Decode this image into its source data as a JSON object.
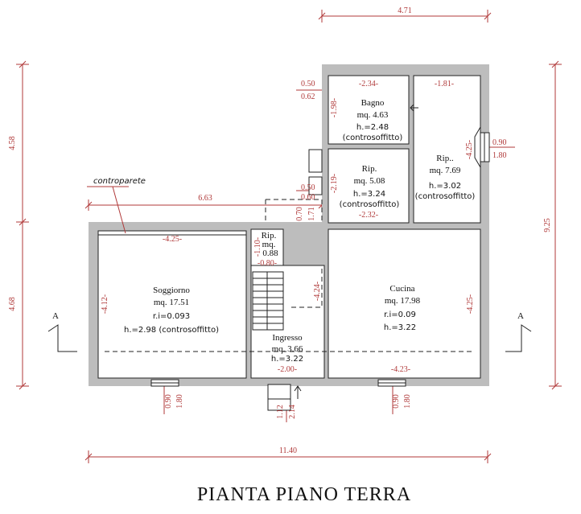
{
  "title": "PIANTA PIANO TERRA",
  "dimensions": {
    "top_width": "4.71",
    "bottom_width": "11.40",
    "left_upper": "4.58",
    "left_lower": "4.68",
    "right_total": "9.25",
    "wing_width": "6.63",
    "opening_0_50_a": "0.50",
    "opening_0_62": "0.62",
    "opening_0_50_b": "0.50",
    "opening_0_60": "0.60",
    "opening_0_70": "0.70",
    "opening_1_71": "1.71",
    "window_right_090": "0.90",
    "window_right_180": "1.80",
    "window_bl_090": "0.90",
    "window_bl_180": "1.80",
    "window_br_090": "0.90",
    "window_br_180": "1.80",
    "entry_112": "1.12",
    "entry_214": "2.14"
  },
  "inner_dims": {
    "bagno_w": "-2.34-",
    "rip_top_w": "-1.81-",
    "bagno_h": "-1.98-",
    "rip_mid_h": "-2.19-",
    "rip_mid_w": "-2.32-",
    "rip_big_h": "-4.25-",
    "soggiorno_w": "-4.25-",
    "soggiorno_h": "-4.12-",
    "rip_small_h": "-1.10-",
    "rip_small_w": "-0.80-",
    "corr_h": "-4.24-",
    "cucina_h": "-4.25-",
    "ingresso_w": "-2.00-",
    "cucina_w": "-4.23-"
  },
  "annotations": {
    "controparete": "controparete",
    "section_left": "A",
    "section_right": "A"
  },
  "rooms": {
    "bagno": {
      "name": "Bagno",
      "area": "mq. 4.63",
      "height": "h.=2.48",
      "note": "(controsoffitto)"
    },
    "rip_mid": {
      "name": "Rip.",
      "area": "mq. 5.08",
      "height": "h.=3.24",
      "note": "(controsoffitto)"
    },
    "rip_big": {
      "name": "Rip..",
      "area": "mq. 7.69",
      "height": "h.=3.02",
      "note": "(controsoffitto)"
    },
    "rip_small": {
      "name": "Rip.",
      "area_label": "mq.",
      "area_value": "0.88"
    },
    "soggiorno": {
      "name": "Soggiorno",
      "area": "mq. 17.51",
      "ri": "r.i=0.093",
      "height": "h.=2.98 (controsoffitto)"
    },
    "ingresso": {
      "name": "Ingresso",
      "area": "mq. 3.66",
      "height": "h.=3.22"
    },
    "cucina": {
      "name": "Cucina",
      "area": "mq. 17.98",
      "ri": "r.i=0.09",
      "height": "h.=3.22"
    }
  }
}
